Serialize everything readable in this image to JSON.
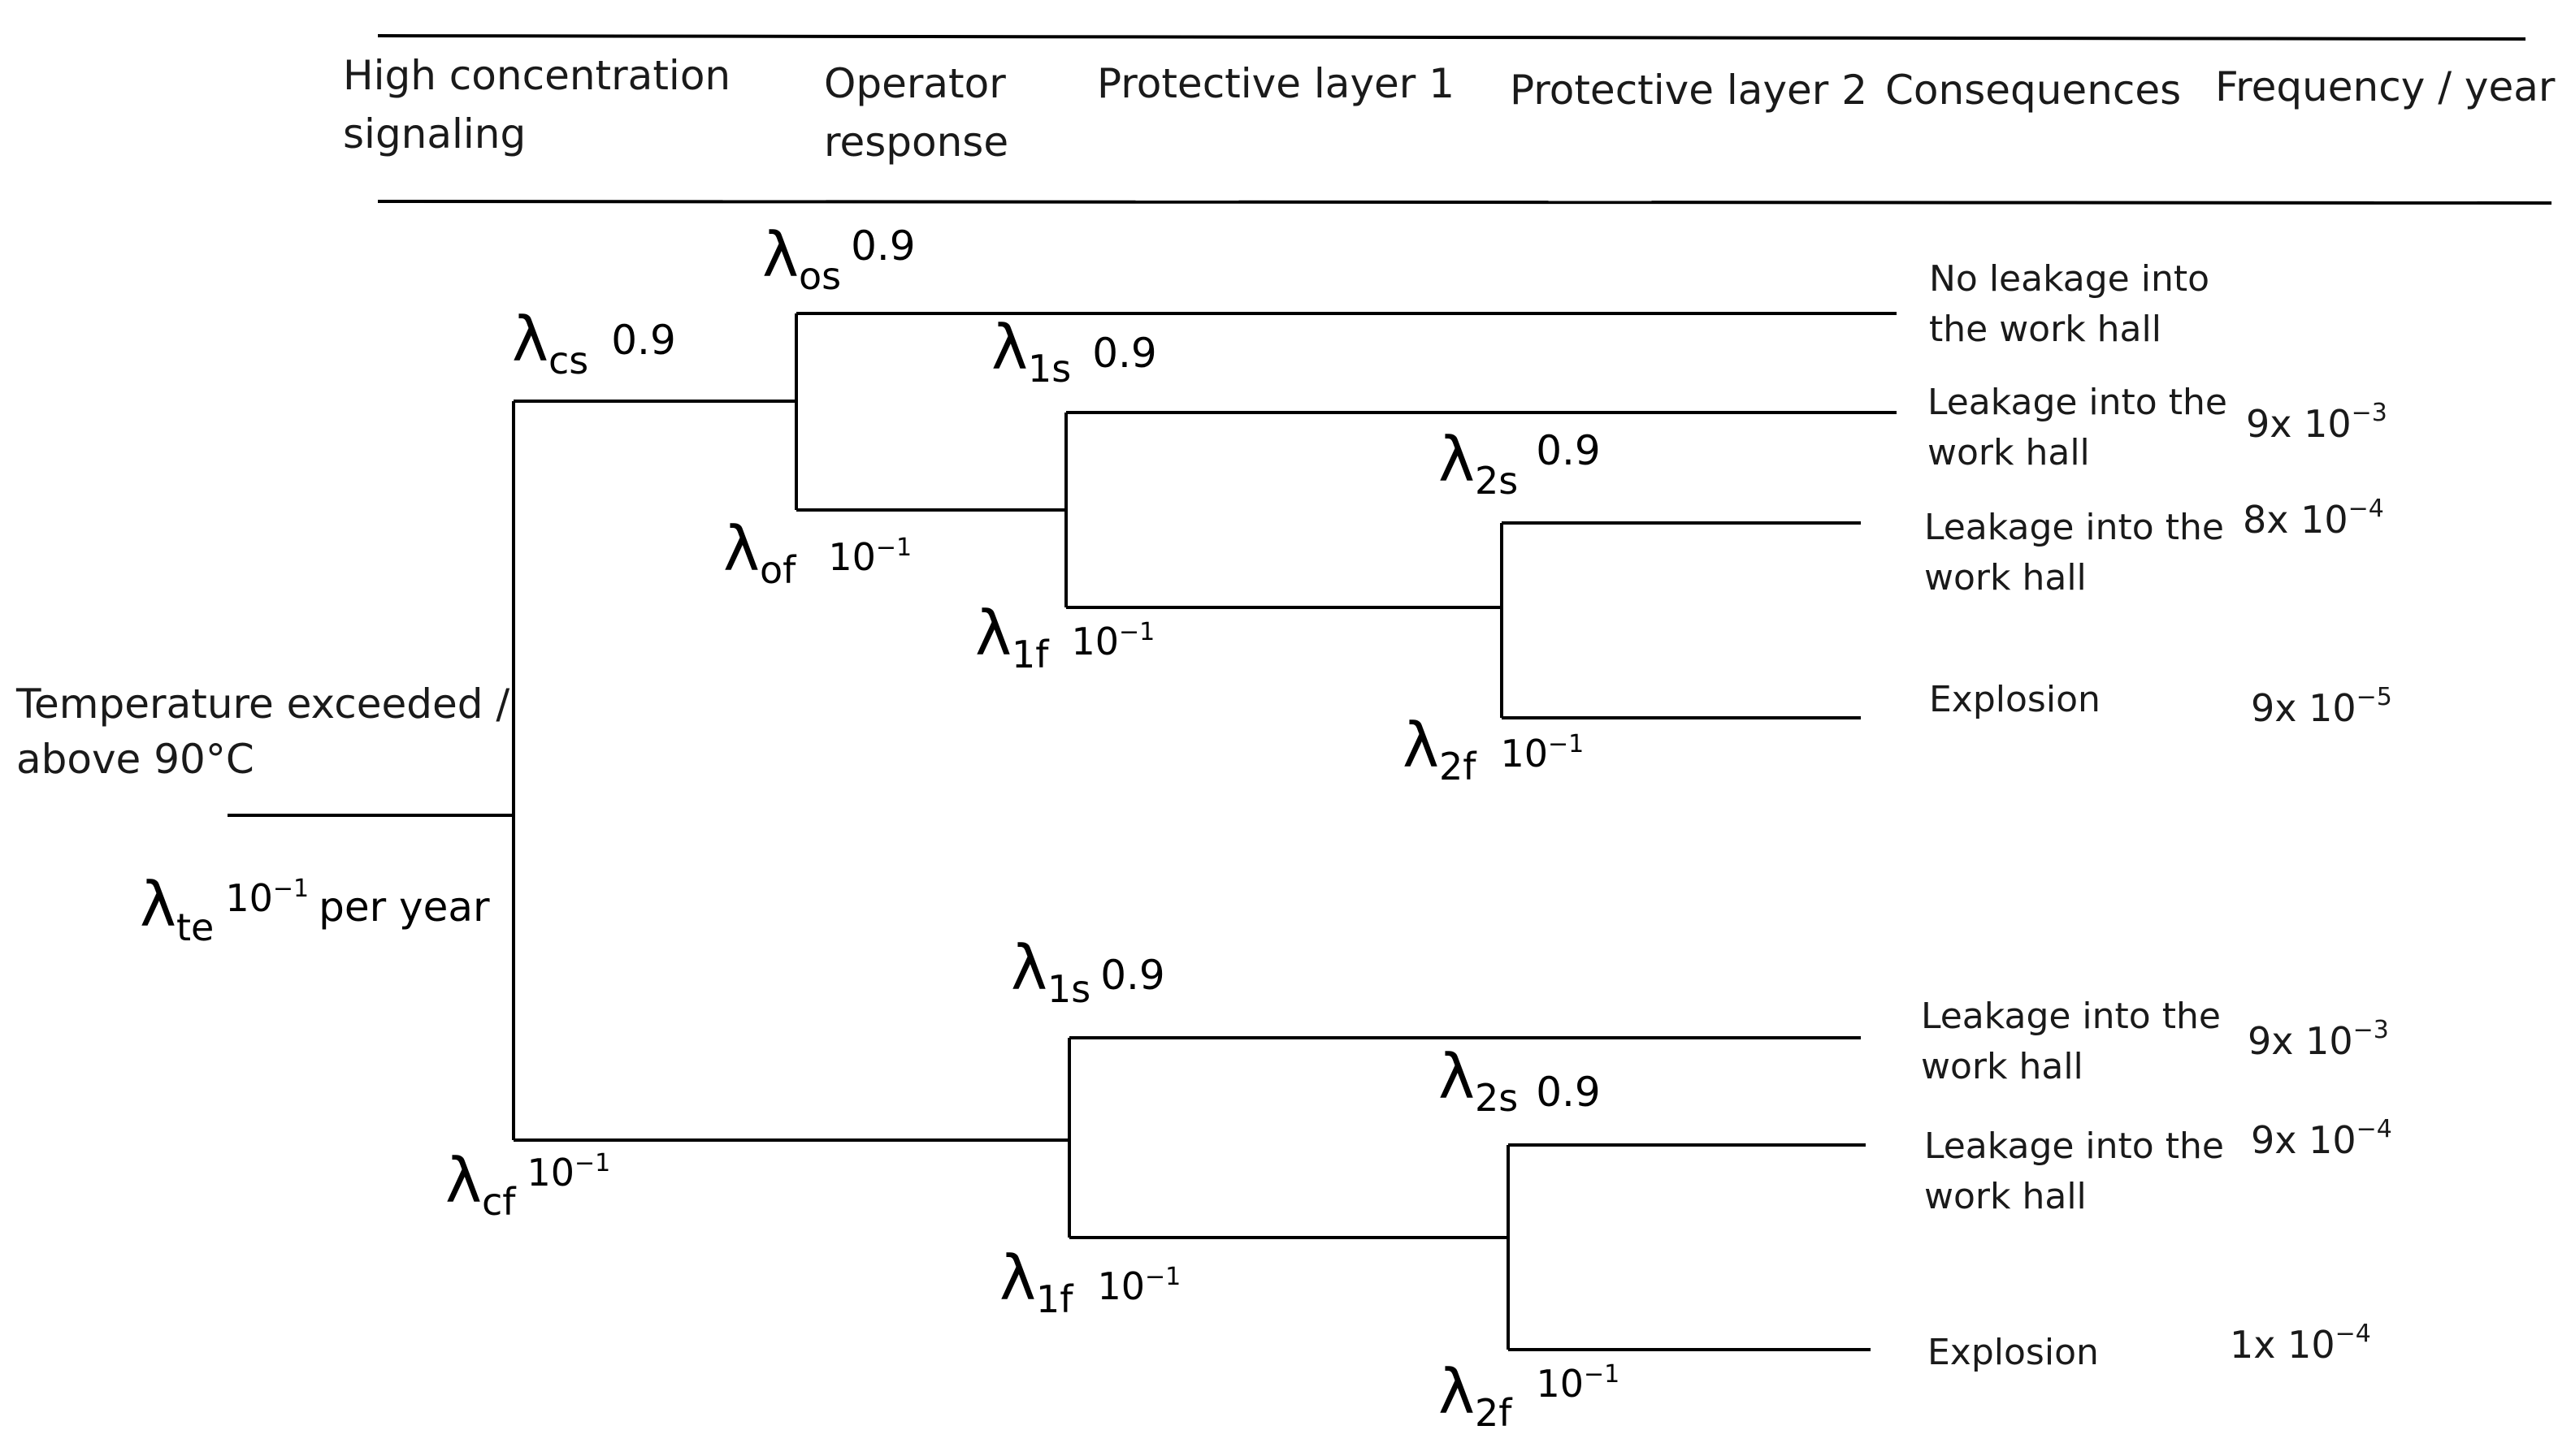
{
  "header": {
    "col_signaling": [
      "High concentration",
      "signaling"
    ],
    "col_operator": [
      "Operator",
      "response"
    ],
    "col_layer1": "Protective layer 1",
    "col_layer2": "Protective layer 2",
    "col_consequences": "Consequences",
    "col_frequency": "Frequency  / year"
  },
  "initiating_event": {
    "label_line1": "Temperature exceeded /",
    "label_line2": "above 90°C",
    "symbol": "λ",
    "subscript": "te",
    "value": "10",
    "exponent": "−1",
    "unit": "per year"
  },
  "branches": {
    "cs": {
      "symbol": "λ",
      "sub": "cs",
      "value": "0.9"
    },
    "cf": {
      "symbol": "λ",
      "sub": "cf",
      "value": "10",
      "exp": "−1"
    },
    "os": {
      "symbol": "λ",
      "sub": "os",
      "value": "0.9"
    },
    "of": {
      "symbol": "λ",
      "sub": "of",
      "value": "10",
      "exp": "−1"
    },
    "upper_1s": {
      "symbol": "λ",
      "sub": "1s",
      "value": "0.9"
    },
    "upper_1f": {
      "symbol": "λ",
      "sub": "1f",
      "value": "10",
      "exp": "−1"
    },
    "upper_2s": {
      "symbol": "λ",
      "sub": "2s",
      "value": "0.9"
    },
    "upper_2f": {
      "symbol": "λ",
      "sub": "2f",
      "value": "10",
      "exp": "−1"
    },
    "lower_1s": {
      "symbol": "λ",
      "sub": "1s",
      "value": "0.9"
    },
    "lower_1f": {
      "symbol": "λ",
      "sub": "1f",
      "value": "10",
      "exp": "−1"
    },
    "lower_2s": {
      "symbol": "λ",
      "sub": "2s",
      "value": "0.9"
    },
    "lower_2f": {
      "symbol": "λ",
      "sub": "2f",
      "value": "10",
      "exp": "−1"
    }
  },
  "outcomes": [
    {
      "line1": "No leakage into",
      "line2": "the work hall",
      "freq_mantissa": "",
      "freq_exp": ""
    },
    {
      "line1": "Leakage into the",
      "line2": "work hall",
      "freq_mantissa": "9x 10",
      "freq_exp": "−3"
    },
    {
      "line1": "Leakage into the",
      "line2": "work hall",
      "freq_mantissa": "8x 10",
      "freq_exp": "−4"
    },
    {
      "line1": "Explosion",
      "line2": "",
      "freq_mantissa": "9x 10",
      "freq_exp": "−5"
    },
    {
      "line1": "Leakage into the",
      "line2": "work hall",
      "freq_mantissa": "9x 10",
      "freq_exp": "−3"
    },
    {
      "line1": "Leakage into the",
      "line2": "work hall",
      "freq_mantissa": "9x 10",
      "freq_exp": "−4"
    },
    {
      "line1": "Explosion",
      "line2": "",
      "freq_mantissa": "1x 10",
      "freq_exp": "−4"
    }
  ]
}
